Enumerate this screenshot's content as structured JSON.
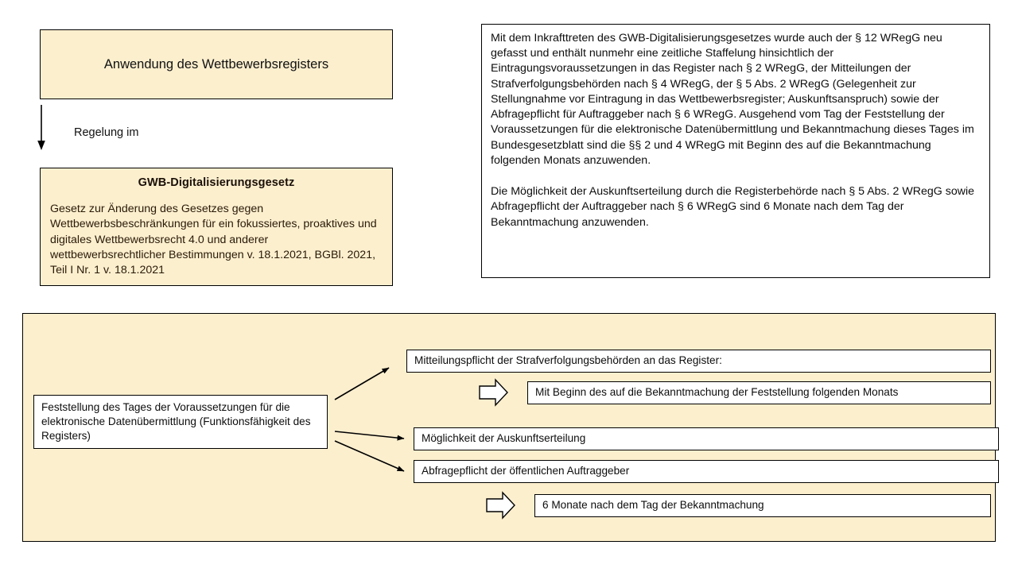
{
  "title_box": {
    "text": "Anwendung des Wettbewerbsregisters"
  },
  "flow": {
    "regelung_label": "Regelung im",
    "down_arrow_icon": "arrow-down-icon"
  },
  "gwb_box": {
    "heading": "GWB-Digitalisierungsgesetz",
    "body": "Gesetz zur Änderung des Gesetzes gegen Wettbewerbsbeschränkungen für ein fokussiertes, proaktives und digitales Wettbewerbsrecht 4.0 und anderer wettbewerbsrechtlicher Bestimmungen v. 18.1.2021, BGBl. 2021, Teil I Nr. 1 v. 18.1.2021"
  },
  "info_box": {
    "paragraph_1": "Mit dem Inkrafttreten des GWB-Digitalisierungsgesetzes wurde auch der § 12 WRegG neu gefasst und enthält nunmehr eine zeitliche Staffelung hinsichtlich der Eintragungsvoraussetzungen in das Register nach § 2 WRegG, der Mitteilungen der Strafverfolgungsbehörden nach § 4 WRegG, der § 5 Abs. 2 WRegG (Gelegenheit zur Stellungnahme vor Eintragung in das Wettbewerbsregister; Auskunftsanspruch) sowie der Abfragepflicht für Auftraggeber nach § 6 WRegG. Ausgehend vom Tag der Feststellung der Voraussetzungen für die elektronische Datenübermittlung und Bekanntmachung dieses Tages im Bundesgesetzblatt sind die §§ 2 und 4 WRegG mit Beginn des auf die Bekanntmachung folgenden Monats anzuwenden.",
    "paragraph_2": "Die Möglichkeit der Auskunftserteilung durch die Registerbehörde nach § 5 Abs. 2 WRegG sowie Abfragepflicht der Auftraggeber nach § 6 WRegG sind 6 Monate nach dem Tag der Bekanntmachung anzuwenden."
  },
  "bottom_panel": {
    "source_box": "Feststellung des Tages der Voraussetzungen für die elektronische Datenübermittlung (Funktionsfähigkeit des Registers)",
    "bars": [
      {
        "id": "mitteilungspflicht",
        "text": "Mitteilungspflicht der Strafverfolgungsbehörden an das Register:"
      },
      {
        "id": "mit-beginn",
        "text": "Mit Beginn des auf die Bekanntmachung der Feststellung folgenden Monats"
      },
      {
        "id": "moeglichkeit",
        "text": "Möglichkeit der Auskunftserteilung"
      },
      {
        "id": "abfragepflicht",
        "text": "Abfragepflicht der öffentlichen Auftraggeber"
      },
      {
        "id": "sechs-monate",
        "text": "6 Monate nach dem Tag der Bekanntmachung"
      }
    ],
    "block_arrow_icon": "block-arrow-right-icon",
    "connector_icon": "arrow-right-icon"
  },
  "colors": {
    "panel_fill": "#FCEFCE",
    "box_fill": "#FFFFFF",
    "border": "#000000",
    "text": "#0D0D0D"
  }
}
